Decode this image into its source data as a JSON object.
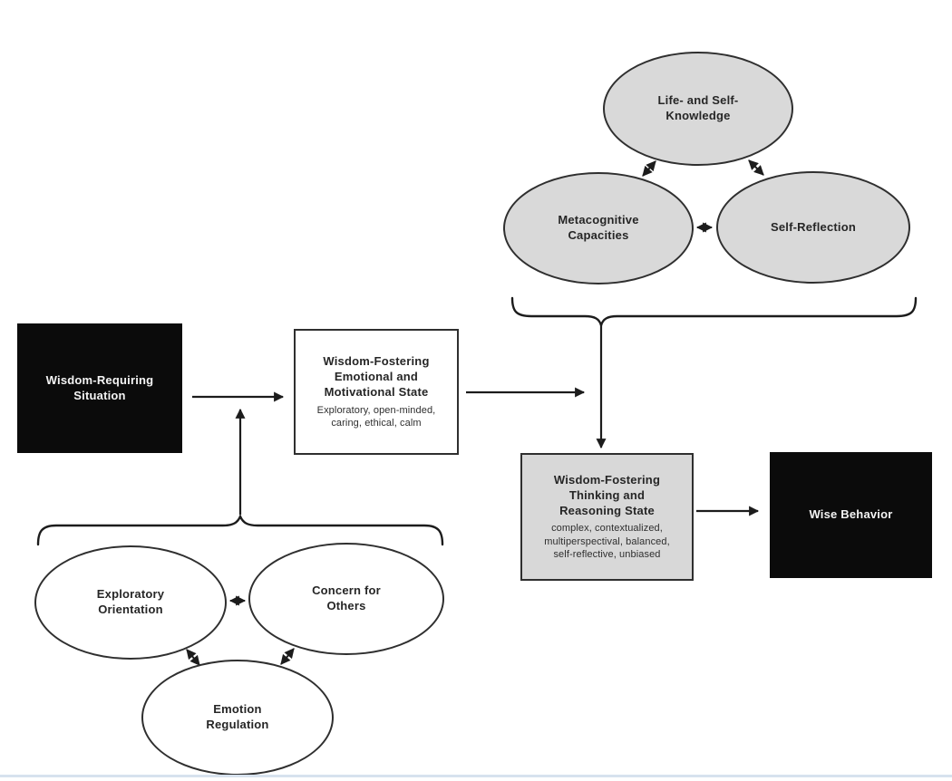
{
  "nodes": {
    "life_self_knowledge": {
      "label": [
        "Life- and Self-",
        "Knowledge"
      ],
      "fill": "#d9d9d9"
    },
    "metacognitive_capacities": {
      "label": [
        "Metacognitive",
        "Capacities"
      ],
      "fill": "#d9d9d9"
    },
    "self_reflection": {
      "label": [
        "Self-Reflection"
      ],
      "fill": "#d9d9d9"
    },
    "wisdom_requiring_situation": {
      "label": [
        "Wisdom-Requiring",
        "Situation"
      ],
      "fill": "#0b0b0b"
    },
    "emotional_motivational_state": {
      "title": [
        "Wisdom-Fostering",
        "Emotional and",
        "Motivational State"
      ],
      "subtitle": [
        "Exploratory, open-minded,",
        "caring, ethical, calm"
      ],
      "fill": "#ffffff"
    },
    "thinking_reasoning_state": {
      "title": [
        "Wisdom-Fostering",
        "Thinking and",
        "Reasoning State"
      ],
      "subtitle": [
        "complex, contextualized,",
        "multiperspectival, balanced,",
        "self-reflective, unbiased"
      ],
      "fill": "#d8d8d8"
    },
    "wise_behavior": {
      "label": [
        "Wise Behavior"
      ],
      "fill": "#0b0b0b"
    },
    "exploratory_orientation": {
      "label": [
        "Exploratory",
        "Orientation"
      ],
      "fill": "#ffffff"
    },
    "concern_for_others": {
      "label": [
        "Concern for",
        "Others"
      ],
      "fill": "#ffffff"
    },
    "emotion_regulation": {
      "label": [
        "Emotion",
        "Regulation"
      ],
      "fill": "#ffffff"
    }
  },
  "edges": [
    {
      "from": "wisdom_requiring_situation",
      "to": "emotional_motivational_state",
      "type": "arrow"
    },
    {
      "from": "emotional_motivational_state",
      "to": "thinking_reasoning_state",
      "type": "arrow"
    },
    {
      "from": "top_cluster_brace",
      "to": "thinking_reasoning_state",
      "type": "arrow"
    },
    {
      "from": "bottom_cluster_brace",
      "to": "emotional_motivational_state",
      "type": "arrow"
    },
    {
      "from": "thinking_reasoning_state",
      "to": "wise_behavior",
      "type": "arrow"
    },
    {
      "from": "life_self_knowledge",
      "to": "metacognitive_capacities",
      "type": "double-arrow"
    },
    {
      "from": "life_self_knowledge",
      "to": "self_reflection",
      "type": "double-arrow"
    },
    {
      "from": "metacognitive_capacities",
      "to": "self_reflection",
      "type": "double-arrow"
    },
    {
      "from": "exploratory_orientation",
      "to": "concern_for_others",
      "type": "double-arrow"
    },
    {
      "from": "exploratory_orientation",
      "to": "emotion_regulation",
      "type": "double-arrow"
    },
    {
      "from": "concern_for_others",
      "to": "emotion_regulation",
      "type": "double-arrow"
    }
  ],
  "colors": {
    "node_gray_fill": "#d9d9d9",
    "node_white_fill": "#ffffff",
    "node_black_fill": "#0b0b0b",
    "outline": "#2f2f2f",
    "arrow": "#1c1c1c",
    "text_dark": "#262626",
    "text_light": "#f4f4f4",
    "bottom_rule": "#d7e2ee"
  }
}
